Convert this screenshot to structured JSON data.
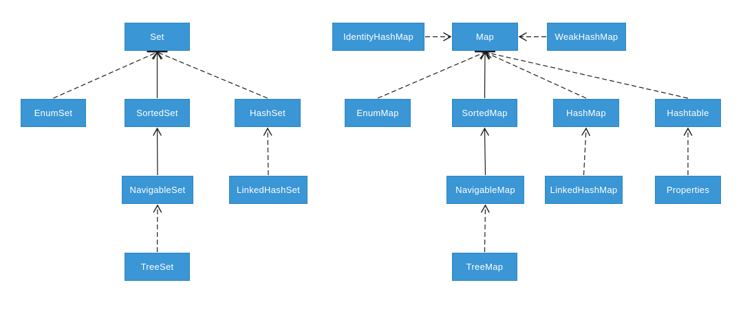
{
  "diagram": {
    "colors": {
      "node_fill": "#3a96d5",
      "node_border": "#2f85c3",
      "node_text": "#ffffff",
      "connector": "#1b1b1b",
      "background": "#ffffff"
    },
    "nodes": {
      "set": {
        "label": "Set"
      },
      "enumset": {
        "label": "EnumSet"
      },
      "sortedset": {
        "label": "SortedSet"
      },
      "hashset": {
        "label": "HashSet"
      },
      "navigableset": {
        "label": "NavigableSet"
      },
      "linkedhashset": {
        "label": "LinkedHashSet"
      },
      "treeset": {
        "label": "TreeSet"
      },
      "identityhashmap": {
        "label": "IdentityHashMap"
      },
      "map": {
        "label": "Map"
      },
      "weakhashmap": {
        "label": "WeakHashMap"
      },
      "enummap": {
        "label": "EnumMap"
      },
      "sortedmap": {
        "label": "SortedMap"
      },
      "hashmap": {
        "label": "HashMap"
      },
      "hashtable": {
        "label": "Hashtable"
      },
      "navigablemap": {
        "label": "NavigableMap"
      },
      "linkedhashmap": {
        "label": "LinkedHashMap"
      },
      "properties": {
        "label": "Properties"
      },
      "treemap": {
        "label": "TreeMap"
      }
    },
    "edges": [
      {
        "from": "enumset",
        "to": "set",
        "style": "dashed"
      },
      {
        "from": "sortedset",
        "to": "set",
        "style": "solid"
      },
      {
        "from": "hashset",
        "to": "set",
        "style": "dashed"
      },
      {
        "from": "navigableset",
        "to": "sortedset",
        "style": "solid"
      },
      {
        "from": "treeset",
        "to": "navigableset",
        "style": "dashed"
      },
      {
        "from": "linkedhashset",
        "to": "hashset",
        "style": "dashed"
      },
      {
        "from": "identityhashmap",
        "to": "map",
        "style": "dashed"
      },
      {
        "from": "weakhashmap",
        "to": "map",
        "style": "dashed"
      },
      {
        "from": "enummap",
        "to": "map",
        "style": "dashed"
      },
      {
        "from": "sortedmap",
        "to": "map",
        "style": "solid"
      },
      {
        "from": "hashmap",
        "to": "map",
        "style": "dashed"
      },
      {
        "from": "hashtable",
        "to": "map",
        "style": "dashed"
      },
      {
        "from": "navigablemap",
        "to": "sortedmap",
        "style": "solid"
      },
      {
        "from": "linkedhashmap",
        "to": "hashmap",
        "style": "dashed"
      },
      {
        "from": "treemap",
        "to": "navigablemap",
        "style": "dashed"
      },
      {
        "from": "properties",
        "to": "hashtable",
        "style": "dashed"
      }
    ]
  }
}
